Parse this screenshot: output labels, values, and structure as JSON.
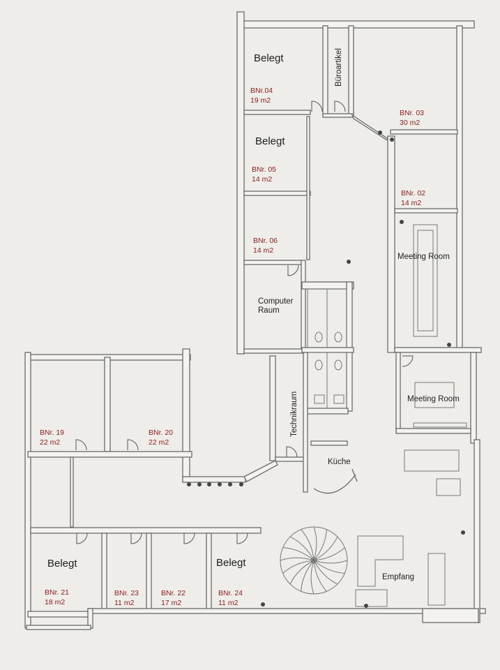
{
  "rooms": {
    "bnr04": {
      "status": "Belegt",
      "number": "BNr.04",
      "area": "19 m2"
    },
    "bueroartikel": {
      "name": "Büroartikel"
    },
    "bnr03": {
      "number": "BNr. 03",
      "area": "30 m2"
    },
    "bnr05": {
      "status": "Belegt",
      "number": "BNr. 05",
      "area": "14 m2"
    },
    "bnr02": {
      "number": "BNr. 02",
      "area": "14 m2"
    },
    "bnr06": {
      "number": "BNr. 06",
      "area": "14 m2"
    },
    "meeting1": {
      "name": "Meeting Room"
    },
    "computer": {
      "name_line1": "Computer",
      "name_line2": "Raum"
    },
    "meeting2": {
      "name": "Meeting Room"
    },
    "technikraum": {
      "name": "Technikraum"
    },
    "bnr19": {
      "number": "BNr. 19",
      "area": "22 m2"
    },
    "bnr20": {
      "number": "BNr. 20",
      "area": "22 m2"
    },
    "kueche": {
      "name": "Küche"
    },
    "bnr21": {
      "status": "Belegt",
      "number": "BNr. 21",
      "area": "18 m2"
    },
    "bnr23": {
      "number": "BNr. 23",
      "area": "11 m2"
    },
    "bnr22": {
      "number": "BNr. 22",
      "area": "17 m2"
    },
    "bnr24": {
      "status": "Belegt",
      "number": "BNr. 24",
      "area": "11 m2"
    },
    "empfang": {
      "name": "Empfang"
    }
  },
  "colors": {
    "wall": "#6a6a6a",
    "room_number": "#8a2020",
    "paper": "#eeede9"
  }
}
